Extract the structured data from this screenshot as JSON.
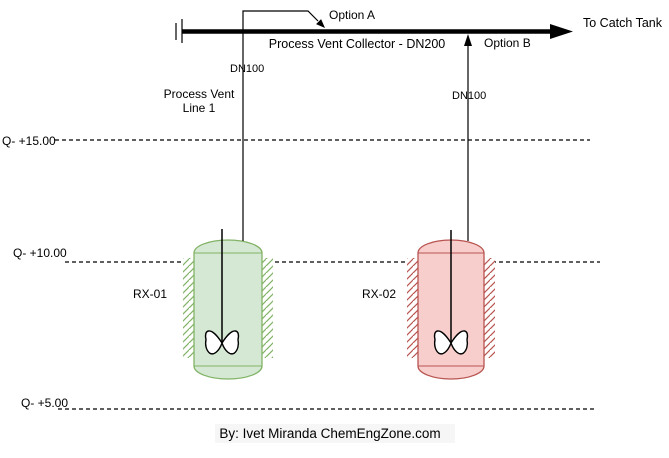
{
  "header": {
    "collector_label": "Process Vent Collector - DN200",
    "destination_label": "To Catch Tank",
    "option_a_label": "Option A",
    "option_b_label": "Option B"
  },
  "vent_lines": {
    "line1_label_row1": "Process Vent",
    "line1_label_row2": "Line 1",
    "line1_size": "DN100",
    "line2_size": "DN100"
  },
  "elevations": {
    "e15": "Q- +15.00",
    "e10": "Q- +10.00",
    "e5": "Q- +5.00"
  },
  "reactors": {
    "rx01": {
      "tag": "RX-01",
      "fill": "#d5e8d4",
      "stroke": "#82b366"
    },
    "rx02": {
      "tag": "RX-02",
      "fill": "#f8cecc",
      "stroke": "#b85450"
    }
  },
  "footer": {
    "credit": "By: Ivet Miranda ChemEngZone.com",
    "color": "#ff0000"
  },
  "colors": {
    "line": "#000000",
    "background": "#ffffff",
    "footer_band": "#f6f6f6"
  }
}
